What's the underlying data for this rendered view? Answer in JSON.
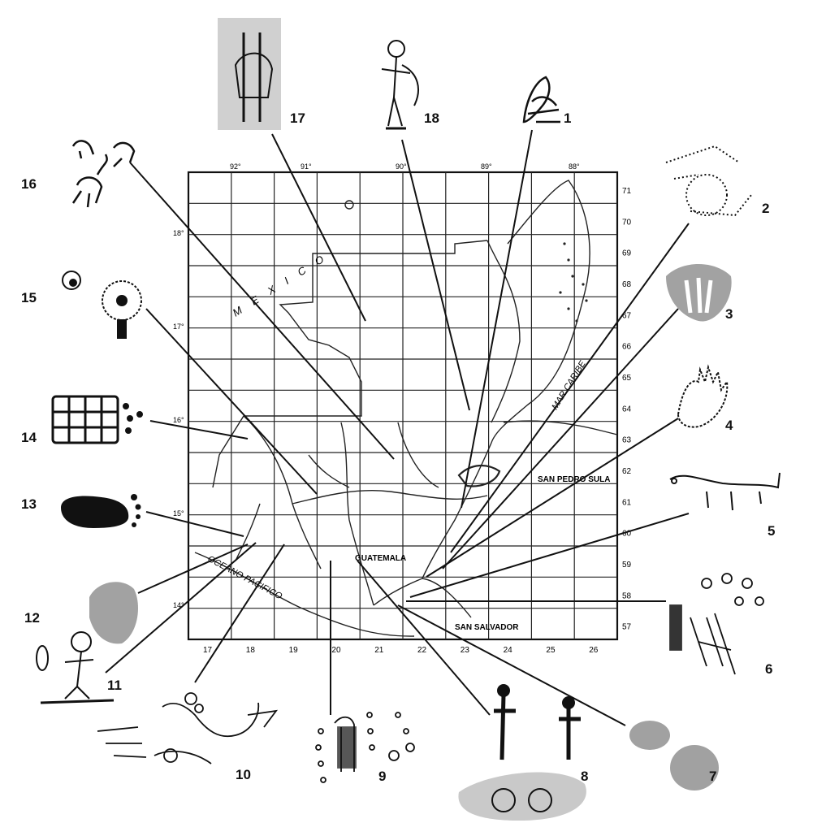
{
  "map": {
    "labels": {
      "country_north": "M E X I C O",
      "capital_center": "GUATEMALA",
      "city_east": "SAN PEDRO SULA",
      "city_south": "SAN SALVADOR",
      "ocean": "OCEANO PACIFICO",
      "sea": "MAR CARIBE"
    },
    "longitude_ticks": [
      "92°",
      "91°",
      "90°",
      "89°",
      "88°"
    ],
    "latitude_ticks": [
      "18°",
      "17°",
      "16°",
      "15°",
      "14°"
    ],
    "grid_bottom_numbers": [
      "17",
      "18",
      "19",
      "20",
      "21",
      "22",
      "23",
      "24",
      "25",
      "26"
    ],
    "grid_right_numbers": [
      "71",
      "70",
      "69",
      "68",
      "67",
      "66",
      "65",
      "64",
      "63",
      "62",
      "61",
      "60",
      "59",
      "58",
      "57"
    ]
  },
  "sites": [
    {
      "id": "1",
      "label": "1"
    },
    {
      "id": "2",
      "label": "2"
    },
    {
      "id": "3",
      "label": "3"
    },
    {
      "id": "4",
      "label": "4"
    },
    {
      "id": "5",
      "label": "5"
    },
    {
      "id": "6",
      "label": "6"
    },
    {
      "id": "7",
      "label": "7"
    },
    {
      "id": "8",
      "label": "8"
    },
    {
      "id": "9",
      "label": "9"
    },
    {
      "id": "10",
      "label": "10"
    },
    {
      "id": "11",
      "label": "11"
    },
    {
      "id": "12",
      "label": "12"
    },
    {
      "id": "13",
      "label": "13"
    },
    {
      "id": "14",
      "label": "14"
    },
    {
      "id": "15",
      "label": "15"
    },
    {
      "id": "16",
      "label": "16"
    },
    {
      "id": "17",
      "label": "17"
    },
    {
      "id": "18",
      "label": "18"
    }
  ]
}
